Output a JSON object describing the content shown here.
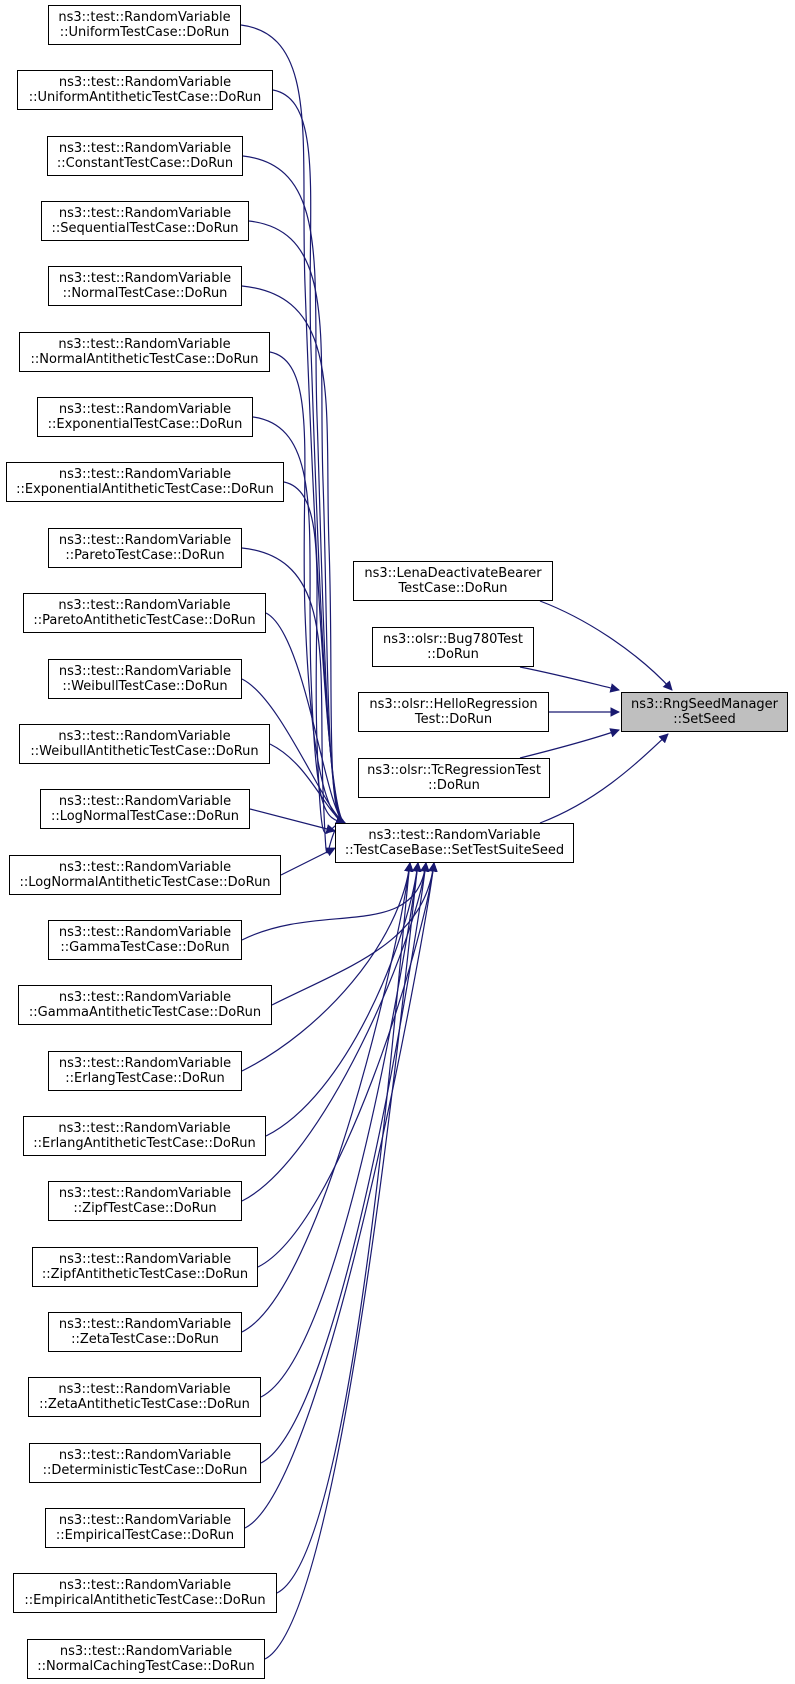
{
  "graph": {
    "focus": {
      "line1": "ns3::RngSeedManager",
      "line2": "::SetSeed"
    },
    "hub": {
      "line1": "ns3::test::RandomVariable",
      "line2": "::TestCaseBase::SetTestSuiteSeed"
    },
    "direct_callers": [
      {
        "line1": "ns3::LenaDeactivateBearer",
        "line2": "TestCase::DoRun"
      },
      {
        "line1": "ns3::olsr::Bug780Test",
        "line2": "::DoRun"
      },
      {
        "line1": "ns3::olsr::HelloRegression",
        "line2": "Test::DoRun"
      },
      {
        "line1": "ns3::olsr::TcRegressionTest",
        "line2": "::DoRun"
      }
    ],
    "hub_callers": [
      {
        "line1": "ns3::test::RandomVariable",
        "line2": "::UniformTestCase::DoRun"
      },
      {
        "line1": "ns3::test::RandomVariable",
        "line2": "::UniformAntitheticTestCase::DoRun"
      },
      {
        "line1": "ns3::test::RandomVariable",
        "line2": "::ConstantTestCase::DoRun"
      },
      {
        "line1": "ns3::test::RandomVariable",
        "line2": "::SequentialTestCase::DoRun"
      },
      {
        "line1": "ns3::test::RandomVariable",
        "line2": "::NormalTestCase::DoRun"
      },
      {
        "line1": "ns3::test::RandomVariable",
        "line2": "::NormalAntitheticTestCase::DoRun"
      },
      {
        "line1": "ns3::test::RandomVariable",
        "line2": "::ExponentialTestCase::DoRun"
      },
      {
        "line1": "ns3::test::RandomVariable",
        "line2": "::ExponentialAntitheticTestCase::DoRun"
      },
      {
        "line1": "ns3::test::RandomVariable",
        "line2": "::ParetoTestCase::DoRun"
      },
      {
        "line1": "ns3::test::RandomVariable",
        "line2": "::ParetoAntitheticTestCase::DoRun"
      },
      {
        "line1": "ns3::test::RandomVariable",
        "line2": "::WeibullTestCase::DoRun"
      },
      {
        "line1": "ns3::test::RandomVariable",
        "line2": "::WeibullAntitheticTestCase::DoRun"
      },
      {
        "line1": "ns3::test::RandomVariable",
        "line2": "::LogNormalTestCase::DoRun"
      },
      {
        "line1": "ns3::test::RandomVariable",
        "line2": "::LogNormalAntitheticTestCase::DoRun"
      },
      {
        "line1": "ns3::test::RandomVariable",
        "line2": "::GammaTestCase::DoRun"
      },
      {
        "line1": "ns3::test::RandomVariable",
        "line2": "::GammaAntitheticTestCase::DoRun"
      },
      {
        "line1": "ns3::test::RandomVariable",
        "line2": "::ErlangTestCase::DoRun"
      },
      {
        "line1": "ns3::test::RandomVariable",
        "line2": "::ErlangAntitheticTestCase::DoRun"
      },
      {
        "line1": "ns3::test::RandomVariable",
        "line2": "::ZipfTestCase::DoRun"
      },
      {
        "line1": "ns3::test::RandomVariable",
        "line2": "::ZipfAntitheticTestCase::DoRun"
      },
      {
        "line1": "ns3::test::RandomVariable",
        "line2": "::ZetaTestCase::DoRun"
      },
      {
        "line1": "ns3::test::RandomVariable",
        "line2": "::ZetaAntitheticTestCase::DoRun"
      },
      {
        "line1": "ns3::test::RandomVariable",
        "line2": "::DeterministicTestCase::DoRun"
      },
      {
        "line1": "ns3::test::RandomVariable",
        "line2": "::EmpiricalTestCase::DoRun"
      },
      {
        "line1": "ns3::test::RandomVariable",
        "line2": "::EmpiricalAntitheticTestCase::DoRun"
      },
      {
        "line1": "ns3::test::RandomVariable",
        "line2": "::NormalCachingTestCase::DoRun"
      }
    ],
    "edge_color": "#191970",
    "focus_fill": "#bfbfbf"
  }
}
